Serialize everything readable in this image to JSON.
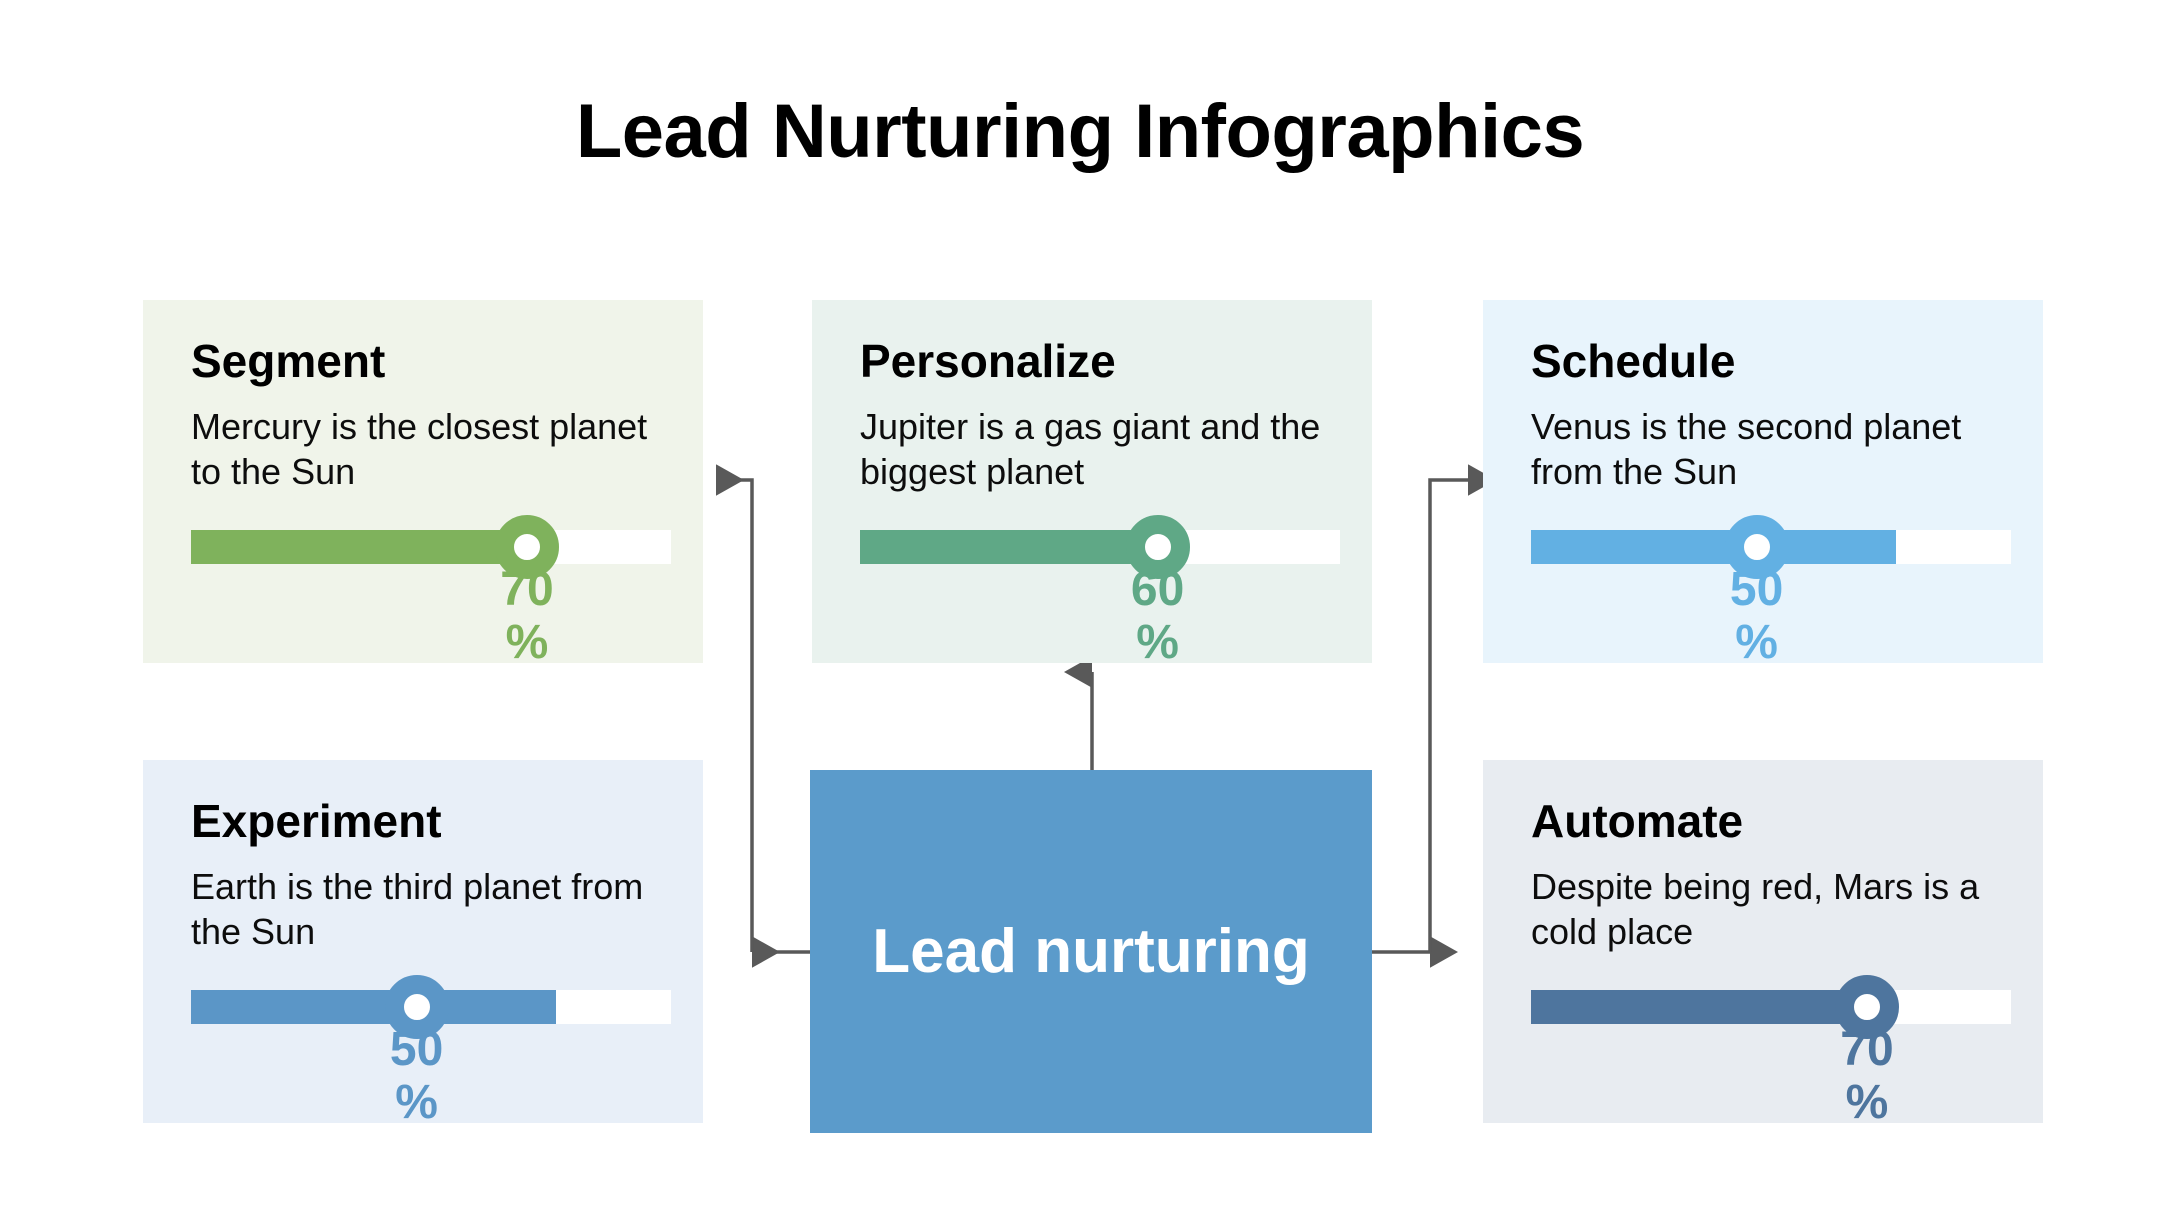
{
  "page": {
    "title": "Lead Nurturing Infographics",
    "background": "#ffffff"
  },
  "hub": {
    "label": "Lead nurturing",
    "color": "#5B9BCB",
    "text_color": "#ffffff"
  },
  "connector": {
    "color": "#595959"
  },
  "cards": [
    {
      "id": "segment",
      "title": "Segment",
      "description": "Mercury is the closest planet to the Sun",
      "bg": "#F0F4EA",
      "accent": "#7FB25C",
      "value": "70",
      "unit": "%",
      "knob_pct": 70,
      "fill_pct": 70
    },
    {
      "id": "personalize",
      "title": "Personalize",
      "description": "Jupiter is a gas giant and the biggest planet",
      "bg": "#E9F2EE",
      "accent": "#5FA886",
      "value": "60",
      "unit": "%",
      "knob_pct": 62,
      "fill_pct": 62
    },
    {
      "id": "schedule",
      "title": "Schedule",
      "description": "Venus is the second planet from the Sun",
      "bg": "#E8F4FC",
      "accent": "#62B0E3",
      "value": "50",
      "unit": "%",
      "knob_pct": 47,
      "fill_pct": 76
    },
    {
      "id": "experiment",
      "title": "Experiment",
      "description": "Earth is the third planet from the Sun",
      "bg": "#E8EFF8",
      "accent": "#5B96C7",
      "value": "50",
      "unit": "%",
      "knob_pct": 47,
      "fill_pct": 76
    },
    {
      "id": "automate",
      "title": "Automate",
      "description": "Despite being red, Mars is a cold place",
      "bg": "#E8ECF1",
      "accent": "#4E759E",
      "value": "70",
      "unit": "%",
      "knob_pct": 70,
      "fill_pct": 70
    }
  ],
  "chart_data": {
    "type": "bar",
    "title": "Lead Nurturing Infographics",
    "categories": [
      "Segment",
      "Personalize",
      "Schedule",
      "Experiment",
      "Automate"
    ],
    "values": [
      70,
      60,
      50,
      50,
      70
    ],
    "unit": "%",
    "ylim": [
      0,
      100
    ],
    "xlabel": "",
    "ylabel": "",
    "grid": false,
    "legend": "none"
  }
}
